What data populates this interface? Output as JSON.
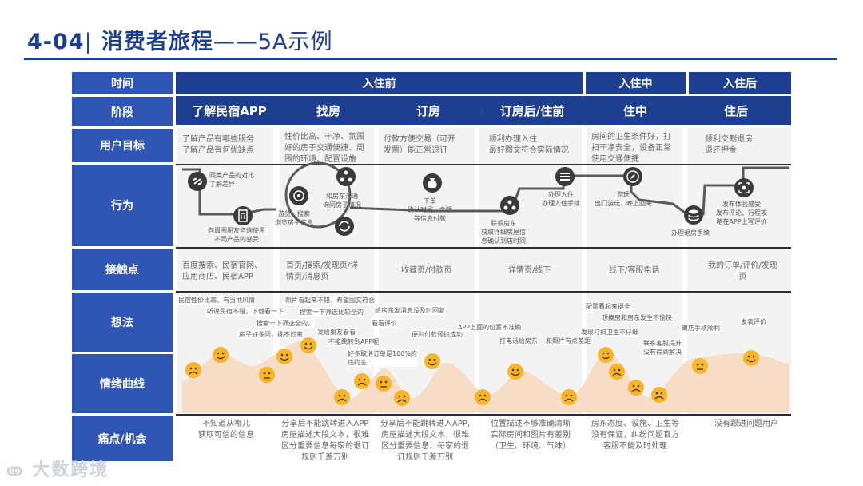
{
  "page": {
    "number": "4-04",
    "title": "消费者旅程",
    "subtitle": "——5A示例",
    "watermark": "大数跨境"
  },
  "row_labels": {
    "time": "时间",
    "stage": "阶段",
    "goal": "用户目标",
    "behavior": "行为",
    "touchpoint": "接触点",
    "thoughts": "想法",
    "emotion": "情绪曲线",
    "pain": "痛点/机会"
  },
  "time_groups": [
    "入住前",
    "入住中",
    "入住后"
  ],
  "stages": [
    "了解民宿APP",
    "找房",
    "订房",
    "订房后/住前",
    "住中",
    "住后"
  ],
  "goals": [
    "了解产品有哪些服务\n了解产品有何优缺点",
    "性价比高、干净、氛围\n好的房子交通便捷、周\n围的环境、配置设施",
    "付款方便交易（可开\n发票）能正常退订",
    "顺利办理入住\n最好图文符合实际情况",
    "房间的卫生条件好，打\n扫干净安全，设备正常\n使用交通便捷",
    "顺利交割退房\n退还押金"
  ],
  "behaviors": [
    "同类产品的对比\n了解差异",
    "向周围朋友咨询使用\n不同产品的感受",
    "游览、搜索\n浏览房子信息",
    "和房东沟通\n询问房子情况",
    "下单\n确认时间、金额\n等信息付款",
    "联系房东\n获取详细房屋信\n息确认到店时间",
    "办理入住\n办理入住手续",
    "游玩\n出门游玩，晚上回来",
    "办理退房手续",
    "发布体验感受\n发布评论、行程攻\n略在APP上写评价"
  ],
  "touchpoints": [
    "百度搜索、民宿官网、\n应用商店、民宿APP",
    "首页/搜索/发现页/详\n情页/消息页",
    "收藏页/付款页",
    "详情页/线下",
    "线下/客服电话",
    "我的订单/评价/发现\n页"
  ],
  "thoughts": [
    "民宿性价比高，有当地风情",
    "听说民宿不错，下载看一下",
    "照片看起来不错，希望图文符合",
    "搜索一下筛选全的，",
    "搜索一下筛选比较全的",
    "房子好多问，挑不过来",
    "发给朋友看看",
    "不能跳转到APP呢",
    "好多取消订单是100%的\n违约金",
    "给房东发消息没及时回复",
    "看看评价",
    "便利付款预约成功",
    "APP上面的位置不准确",
    "打电话给房东",
    "和照片有点差距",
    "配置看起来挺全",
    "想换房和房东发生不愉快",
    "发现打扫卫生不仔细",
    "联系客服提升\n没有得到解决",
    "离店手续顺利",
    "发表评价"
  ],
  "pains": [
    "不知道从哪儿\n获取可信的信息",
    "分享后不能跳转进入APP\n房屋描述大段文本，很难\n区分重要信息每家的退订\n规则千差万别",
    "分享后不能跳转进入APP,\n房屋描述大段文本，很难\n区分重要信息，每家的退\n订规则千差万别",
    "位置描述不够准确清晰\n实际房间和图片有差别\n（卫生、环境、气味）",
    "房东态度、设施、卫生等\n没有保证，纠纷问题官方\n客服不能及时处理",
    "没有跟进问题用户"
  ],
  "colors": {
    "header_dark": "#1e3f8f",
    "header_side": "#2f56b4",
    "emotion_area": "#f7dcc6",
    "face": "#f6b52a"
  },
  "icons": [
    "link-icon",
    "calculator-icon",
    "target-icon",
    "people-network-icon",
    "refresh-icon",
    "money-bag-icon",
    "group-icon",
    "stack-icon",
    "compass-icon",
    "layers-icon",
    "focus-icon"
  ]
}
